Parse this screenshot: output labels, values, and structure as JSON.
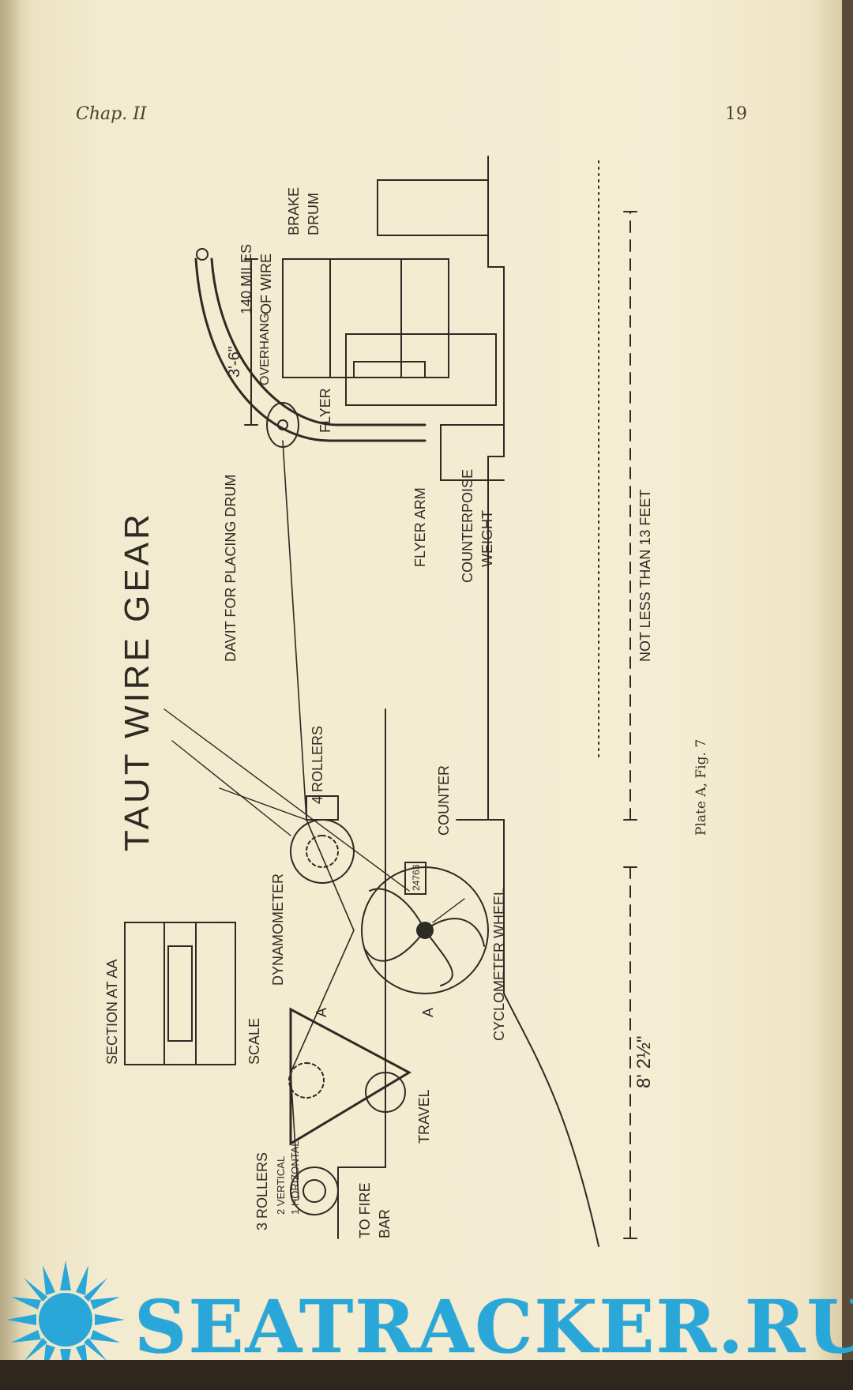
{
  "header": {
    "chapter": "Chap. II",
    "page_number": "19"
  },
  "diagram": {
    "title": "TAUT WIRE GEAR",
    "labels": {
      "section": "SECTION AT AA",
      "scale": "SCALE",
      "travel": "TRAVEL",
      "dynamometer": "DYNAMOMETER",
      "cyclometer": "CYCLOMETER WHEEL",
      "counter": "COUNTER",
      "counter_reading": "24763",
      "rollers4": "4 ROLLERS",
      "rollers3": "3 ROLLERS",
      "rollers3_v": "2 VERTICAL",
      "rollers3_h": "1 HORIZONTAL",
      "fire_bar_1": "TO FIRE",
      "fire_bar_2": "BAR",
      "davit": "DAVIT FOR PLACING DRUM",
      "overhang_dim": "3'-6\"",
      "overhang": "OVERHANG",
      "flyer": "FLYER",
      "flyer_arm": "FLYER ARM",
      "counterpoise_1": "COUNTERPOISE",
      "counterpoise_2": "WEIGHT",
      "miles_1": "140 MILES",
      "miles_2": "OF WIRE",
      "brake_1": "BRAKE",
      "brake_2": "DRUM",
      "dim_length": "8' 2½\"",
      "not_less": "NOT LESS THAN 13 FEET",
      "section_a": "A"
    },
    "caption": "Plate A, Fig. 7"
  },
  "watermark": {
    "text": "SEATRACKER.RU"
  },
  "colors": {
    "paper": "#f4edd3",
    "ink": "#2e2a24",
    "watermark": "#2aa7d9"
  }
}
